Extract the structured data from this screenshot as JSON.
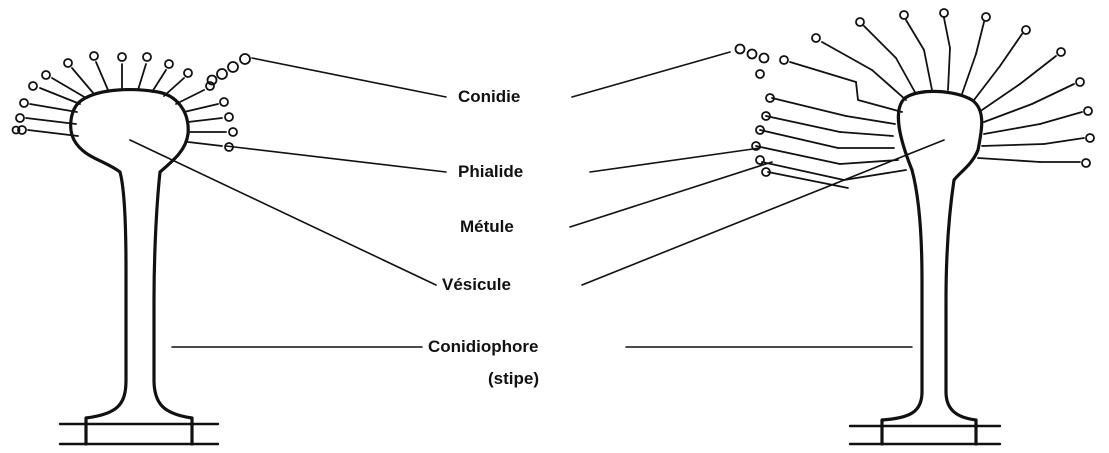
{
  "labels": {
    "conidie": "Conidie",
    "phialide": "Phialide",
    "metule": "Métule",
    "vesicule": "Vésicule",
    "conidiophore": "Conidiophore",
    "stipe": "(stipe)"
  },
  "colors": {
    "ink": "#111111",
    "paper": "#ffffff"
  }
}
